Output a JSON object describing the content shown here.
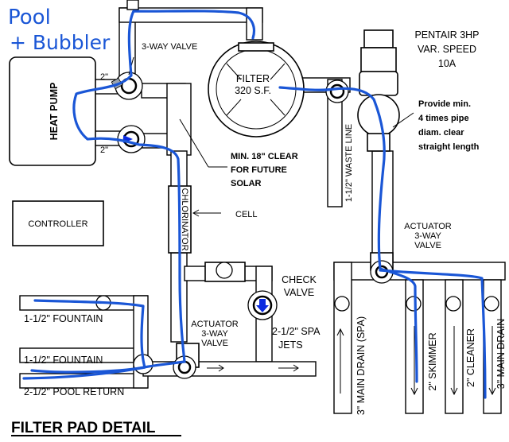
{
  "annotation": {
    "line1": "Pool",
    "line2": "+ Bubbler",
    "color": "#1a56d6"
  },
  "title": "FILTER PAD DETAIL",
  "labels": {
    "heat_pump": "HEAT PUMP",
    "three_way_valve": "3-WAY VALVE",
    "size_2in_top": "2\"",
    "size_2in_bottom": "2\"",
    "filter_line1": "FILTER",
    "filter_line2": "320 S.F.",
    "pump_line1": "PENTAIR 3HP",
    "pump_line2": "VAR. SPEED",
    "pump_line3": "10A",
    "provide_line1": "Provide min.",
    "provide_line2": "4 times pipe",
    "provide_line3": "diam. clear",
    "provide_line4": "straight length",
    "waste_line": "1-1/2\" WASTE LINE",
    "solar_line1": "MIN. 18\" CLEAR",
    "solar_line2": "FOR FUTURE",
    "solar_line3": "SOLAR",
    "chlorinator": "CHLORINATOR",
    "cell": "CELL",
    "controller": "CONTROLLER",
    "actuator_right_line1": "ACTUATOR",
    "actuator_right_line2": "3-WAY",
    "actuator_right_line3": "VALVE",
    "check_valve_line1": "CHECK",
    "check_valve_line2": "VALVE",
    "actuator_left_line1": "ACTUATOR",
    "actuator_left_line2": "3-WAY",
    "actuator_left_line3": "VALVE",
    "spa_jets_line1": "2-1/2\" SPA",
    "spa_jets_line2": "JETS",
    "fountain_1": "1-1/2\" FOUNTAIN",
    "fountain_2": "1-1/2\" FOUNTAIN",
    "pool_return": "2-1/2\" POOL RETURN",
    "main_drain_spa": "3\" MAIN DRAIN (SPA)",
    "skimmer": "2\" SKIMMER",
    "cleaner": "2\" CLEANER",
    "main_drain": "3\" MAIN DRAIN"
  }
}
